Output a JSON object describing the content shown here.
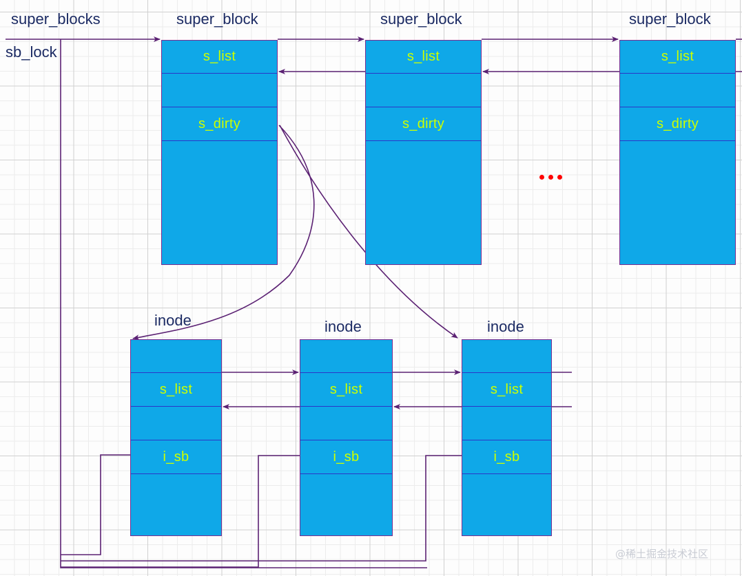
{
  "diagram": {
    "title_labels": {
      "super_blocks": "super_blocks",
      "sb_lock": "sb_lock"
    },
    "super_blocks": [
      {
        "caption": "super_block",
        "fields": [
          "",
          "s_list",
          "",
          "s_dirty",
          ""
        ],
        "visible_fields": [
          "s_list",
          "s_dirty"
        ]
      },
      {
        "caption": "super_block",
        "fields": [
          "",
          "s_list",
          "",
          "s_dirty",
          ""
        ],
        "visible_fields": [
          "s_list",
          "s_dirty"
        ]
      },
      {
        "caption": "super_block",
        "fields": [
          "",
          "s_list",
          "",
          "s_dirty",
          ""
        ],
        "visible_fields": [
          "s_list",
          "s_dirty"
        ]
      }
    ],
    "inodes": [
      {
        "caption": "inode",
        "visible_fields": [
          "s_list",
          "i_sb"
        ]
      },
      {
        "caption": "inode",
        "visible_fields": [
          "s_list",
          "i_sb"
        ]
      },
      {
        "caption": "inode",
        "visible_fields": [
          "s_list",
          "i_sb"
        ]
      }
    ],
    "ellipsis": "...",
    "watermark": "@稀土掘金技术社区",
    "colors": {
      "node_fill": "#0fa8e8",
      "node_border": "#7b2d8e",
      "row_divider": "#2b35c8",
      "field_text": "#ccff00",
      "caption_text": "#1b2a63",
      "wire": "#5b2173",
      "ellipsis_dot": "#ff0000",
      "grid_minor": "#ececec",
      "grid_major": "#d0d0d0"
    }
  }
}
